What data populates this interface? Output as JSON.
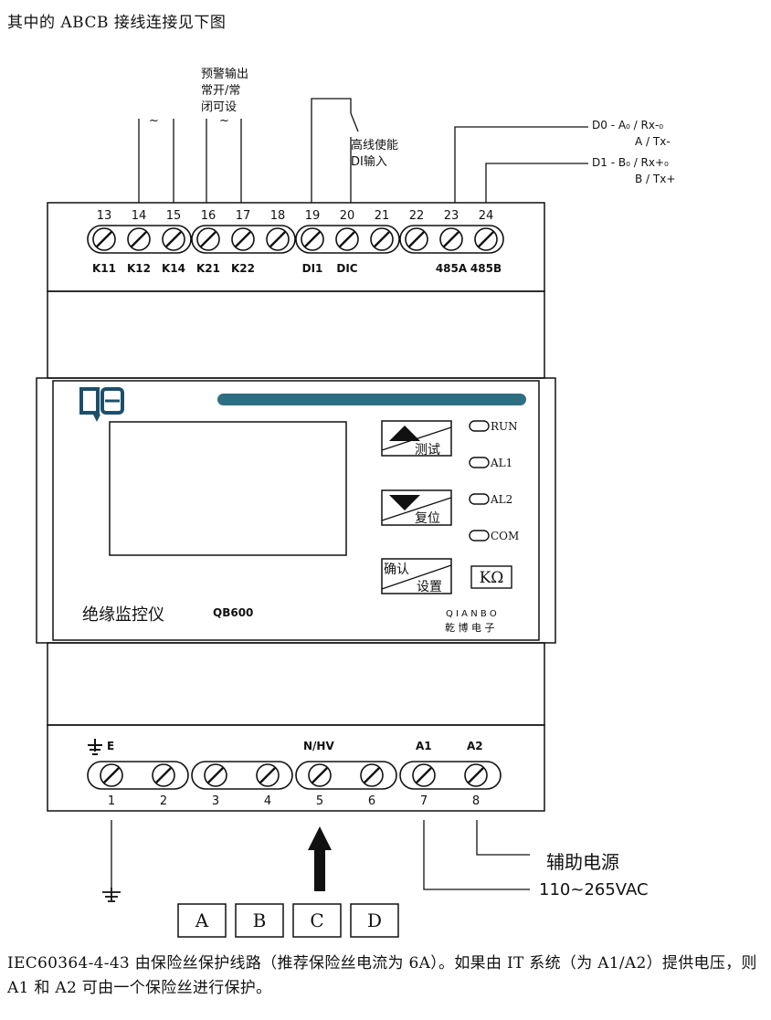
{
  "intro_text": "其中的 ABCB 接线连接见下图",
  "outro_text": "IEC60364-4-43 由保险丝保护线路（推荐保险丝电流为 6A）。如果由 IT 系统（为 A1/A2）提供电压，则 A1 和 A2 可由一个保险丝进行保护。",
  "top_annotations": {
    "relay2_line1": "预警输出",
    "relay2_line2": "常开/常",
    "relay2_line3": "闭可设",
    "tilde": "~",
    "di_line1": "高线使能",
    "di_line2": "DI输入",
    "d0_line1": "D0 - A₀ / Rx-₀",
    "d0_line2": "A / Tx-",
    "d1_line1": "D1 - B₀ / Rx+₀",
    "d1_line2": "B / Tx+"
  },
  "top_terminals": {
    "numbers": [
      "13",
      "14",
      "15",
      "16",
      "17",
      "18",
      "19",
      "20",
      "21",
      "22",
      "23",
      "24"
    ],
    "labels": [
      "K11",
      "K12",
      "K14",
      "K21",
      "K22",
      "DI1",
      "DIC",
      "485A",
      "485B"
    ]
  },
  "panel": {
    "logo": "QB",
    "buttons": [
      "测试",
      "复位",
      "确认",
      "设置"
    ],
    "leds": [
      "RUN",
      "AL1",
      "AL2",
      "COM"
    ],
    "unit": "KΩ",
    "name": "绝缘监控仪",
    "model": "QB600",
    "brand_en": "Q I A N B O",
    "brand_cn": "乾 博 电 子"
  },
  "bottom_terminals": {
    "numbers": [
      "1",
      "2",
      "3",
      "4",
      "5",
      "6",
      "7",
      "8"
    ],
    "labels": [
      "E",
      "N/HV",
      "A1",
      "A2"
    ]
  },
  "aux_power": {
    "label": "辅助电源",
    "voltage": "110~265VAC"
  },
  "boxes": [
    "A",
    "B",
    "C",
    "D"
  ]
}
